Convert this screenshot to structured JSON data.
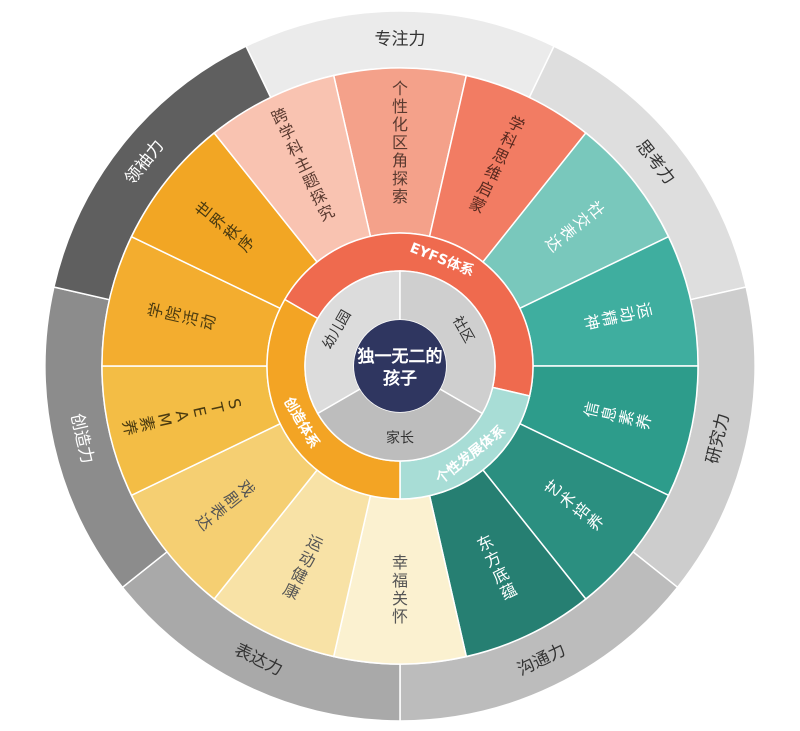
{
  "center": {
    "lines": [
      "独一无二的",
      "孩子"
    ],
    "color": "#2f3660"
  },
  "inner_ring": [
    {
      "label": "幼儿园",
      "color": "#dcdcdc"
    },
    {
      "label": "社区",
      "color": "#cfcfcf"
    },
    {
      "label": "家长",
      "color": "#bdbdbd"
    }
  ],
  "systems": [
    {
      "label": "EYFS体系",
      "color": "#ef6a4e",
      "text_color": "#ffffff"
    },
    {
      "label": "个性发展体系",
      "color": "#a8ddd6",
      "text_color": "#ffffff"
    },
    {
      "label": "创造体系",
      "color": "#f3a424",
      "text_color": "#ffffff"
    }
  ],
  "courses": [
    {
      "label": "个性化区角探索",
      "color": "#f4a18a",
      "text_color": "#5a3a30"
    },
    {
      "label": "学科思维启蒙",
      "color": "#f27c63",
      "text_color": "#5a2a20"
    },
    {
      "label": "社交表达",
      "color": "#79c8bc",
      "text_color": "#ffffff"
    },
    {
      "label": "运动精神",
      "color": "#3fae9f",
      "text_color": "#ffffff"
    },
    {
      "label": "信息素养",
      "color": "#2d9c8b",
      "text_color": "#ffffff"
    },
    {
      "label": "艺术培养",
      "color": "#2b8f80",
      "text_color": "#ffffff"
    },
    {
      "label": "东方底蕴",
      "color": "#267f72",
      "text_color": "#ffffff"
    },
    {
      "label": "幸福关怀",
      "color": "#fbf1d0",
      "text_color": "#555555"
    },
    {
      "label": "运动健康",
      "color": "#f8e2a6",
      "text_color": "#555555"
    },
    {
      "label": "戏剧表达",
      "color": "#f5cf72",
      "text_color": "#555555"
    },
    {
      "label": "STEAM素养",
      "color": "#f3bd45",
      "text_color": "#4a3a10"
    },
    {
      "label": "学院活动",
      "color": "#f3ad2f",
      "text_color": "#4a3a10"
    },
    {
      "label": "世界秩序",
      "color": "#f2a624",
      "text_color": "#4a3a10"
    },
    {
      "label": "跨学科主题探究",
      "color": "#f9c3b1",
      "text_color": "#5a3a30"
    }
  ],
  "abilities": [
    {
      "label": "专注力",
      "color": "#ebebeb",
      "text_color": "#333333"
    },
    {
      "label": "思考力",
      "color": "#dedede",
      "text_color": "#333333"
    },
    {
      "label": "研究力",
      "color": "#cdcdcd",
      "text_color": "#333333"
    },
    {
      "label": "沟通力",
      "color": "#bcbcbc",
      "text_color": "#333333"
    },
    {
      "label": "表达力",
      "color": "#a9a9a9",
      "text_color": "#333333"
    },
    {
      "label": "创造力",
      "color": "#8c8c8c",
      "text_color": "#ffffff"
    },
    {
      "label": "领袖力",
      "color": "#5f5f5f",
      "text_color": "#ffffff"
    }
  ]
}
